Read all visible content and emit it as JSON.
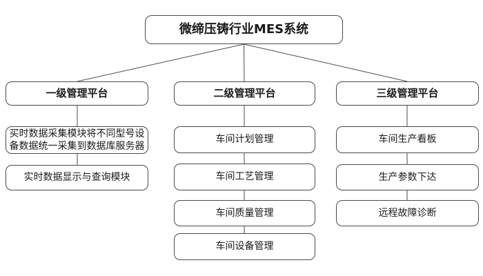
{
  "diagram": {
    "title": "微缔压铸行业MES系统",
    "columns": [
      {
        "platform": "一级管理平台",
        "children": [
          "买时数据采集模块将不同型号设备数据统一采集到数据库服务器",
          "实时数据显示与查询模块"
        ]
      },
      {
        "platform": "二级管理平台",
        "children": [
          "车间计划管理",
          "车间工艺管理",
          "车间质量管理",
          "车间设备管理"
        ]
      },
      {
        "platform": "三级管理平台",
        "children": [
          "车间生产看板",
          "生产参数下达",
          "远程故障诊断"
        ]
      }
    ],
    "colors": {
      "background": "#ffffff",
      "box_fill": "#ffffff",
      "box_border": "#4a4a4a",
      "text": "#1a1a1a",
      "connector": "#4a4a4a"
    }
  }
}
